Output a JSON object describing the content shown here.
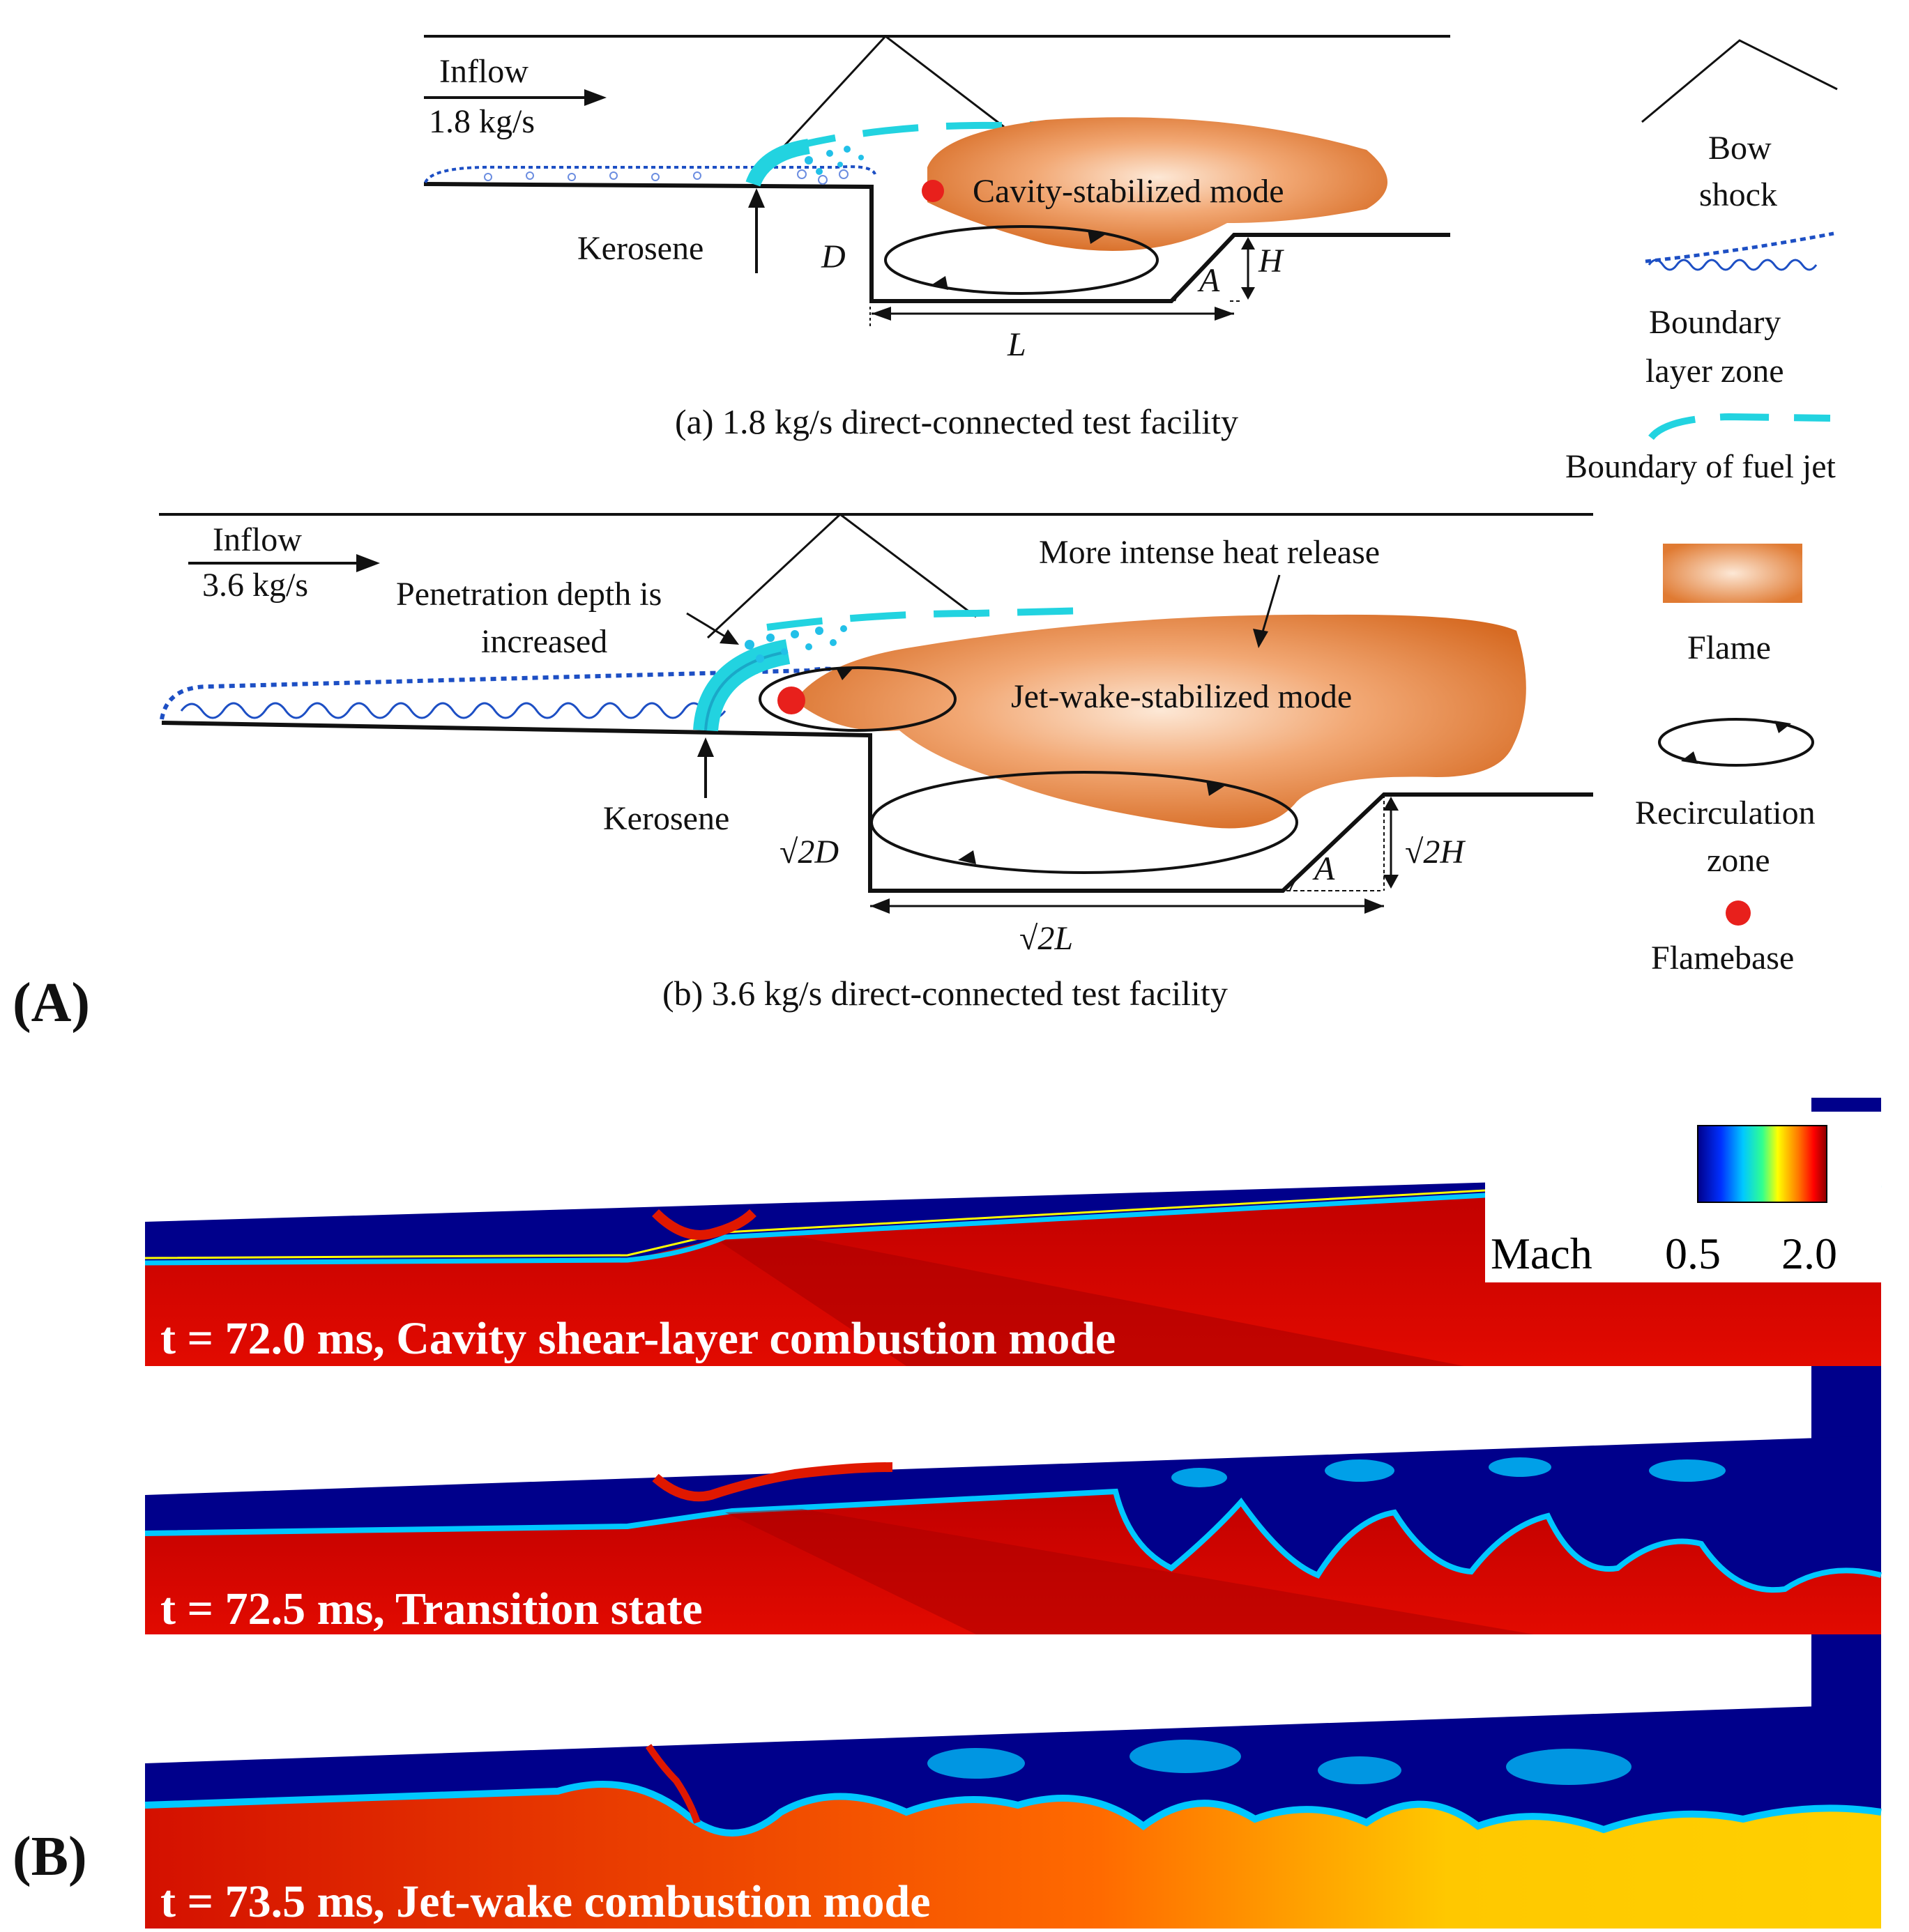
{
  "panel_a": {
    "label": "(A)",
    "diagram_a": {
      "inflow": "Inflow",
      "rate": "1.8 kg/s",
      "mode": "Cavity-stabilized mode",
      "kerosene": "Kerosene",
      "dim_depth": "D",
      "dim_height": "H",
      "dim_angle": "A",
      "dim_length": "L",
      "caption": "(a) 1.8 kg/s direct-connected test facility"
    },
    "diagram_b": {
      "inflow": "Inflow",
      "rate": "3.6 kg/s",
      "note_penetration_line1": "Penetration depth is",
      "note_penetration_line2": "increased",
      "note_heat": "More intense heat release",
      "mode": "Jet-wake-stabilized mode",
      "kerosene": "Kerosene",
      "dim_depth": "√2D",
      "dim_height": "√2H",
      "dim_angle": "A",
      "dim_length": "√2L",
      "caption": "(b) 3.6 kg/s direct-connected test facility"
    },
    "legend": {
      "bow_shock_line1": "Bow",
      "bow_shock_line2": "shock",
      "boundary_layer_line1": "Boundary",
      "boundary_layer_line2": "layer zone",
      "fuel_jet": "Boundary of fuel jet",
      "flame": "Flame",
      "recirc_line1": "Recirculation",
      "recirc_line2": "zone",
      "flamebase": "Flamebase"
    }
  },
  "panel_b": {
    "label": "(B)",
    "colorbar": {
      "variable": "Mach",
      "min_label": "0.5",
      "max_label": "2.0"
    },
    "frames": [
      {
        "title": "t = 72.0 ms, Cavity shear-layer combustion mode"
      },
      {
        "title": "t = 72.5 ms, Transition state"
      },
      {
        "title": "t = 73.5 ms, Jet-wake combustion mode"
      }
    ]
  },
  "colors": {
    "flame": "#e8915a",
    "fuel_jet": "#22d3e0",
    "boundary_layer": "#1d4fc4",
    "flamebase": "#e8201c",
    "mach_low": "#00008b",
    "mach_high": "#c80000"
  }
}
